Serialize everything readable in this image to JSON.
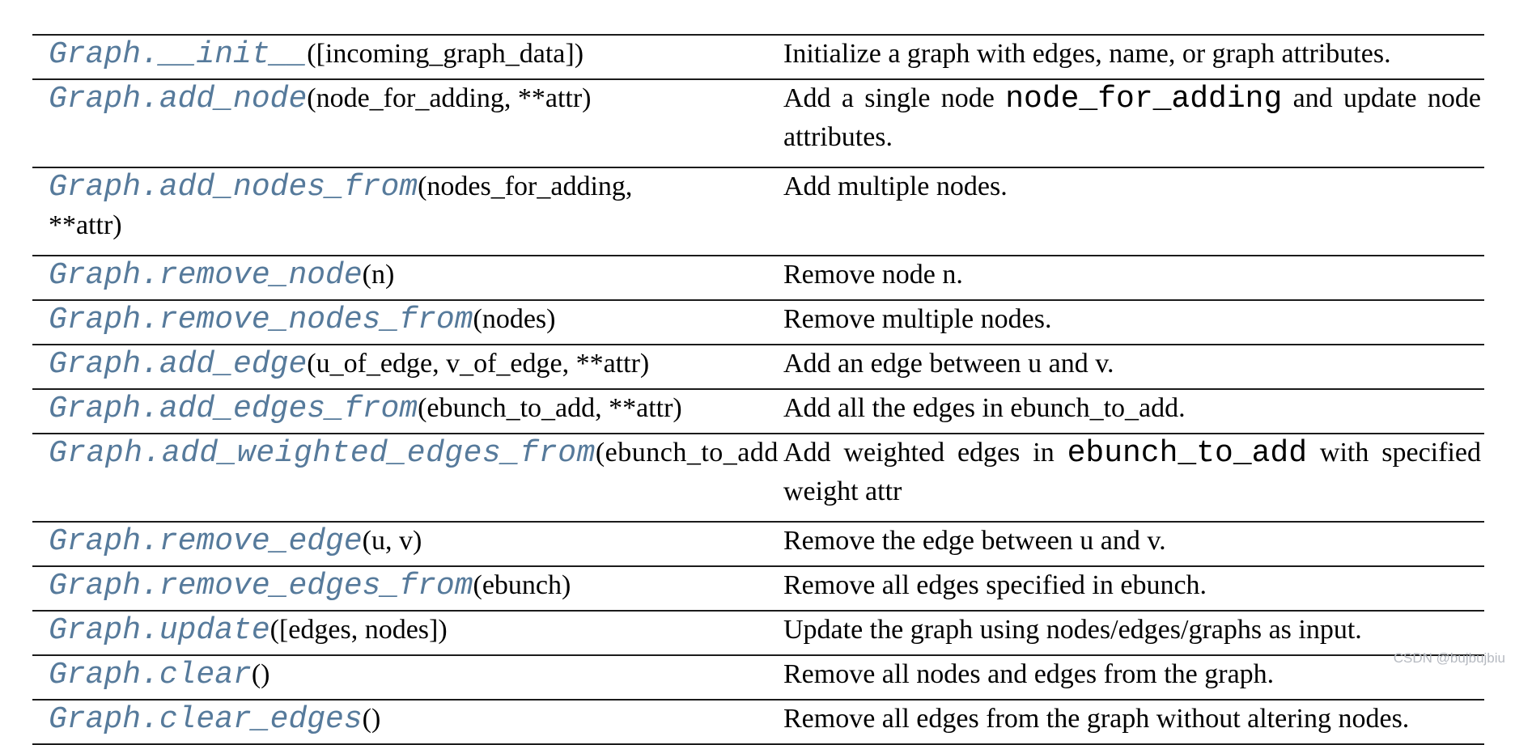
{
  "page": {
    "background": "#ffffff",
    "watermark": "CSDN @bujbujbiu"
  },
  "colors": {
    "accent": "#567a9b",
    "rule": "#1b1b1b",
    "watermark": "#b6bac1"
  },
  "table": {
    "rows": [
      {
        "sig_name": "Graph.__init__",
        "sig_args": "([incoming_graph_data])",
        "desc": [
          {
            "t": "text",
            "v": "Initialize a graph with edges, name, or graph attributes."
          }
        ]
      },
      {
        "sig_name": "Graph.add_node",
        "sig_args": "(node_for_adding, **attr)",
        "desc": [
          {
            "t": "text",
            "v": "Add a single node "
          },
          {
            "t": "code",
            "v": "node_for_adding"
          },
          {
            "t": "text",
            "v": " and update node attributes."
          }
        ]
      },
      {
        "sig_name": "Graph.add_nodes_from",
        "sig_args": "(nodes_for_adding,",
        "sig_args2": "**attr)",
        "desc": [
          {
            "t": "text",
            "v": "Add multiple nodes."
          }
        ]
      },
      {
        "sig_name": "Graph.remove_node",
        "sig_args": "(n)",
        "desc": [
          {
            "t": "text",
            "v": "Remove node n."
          }
        ]
      },
      {
        "sig_name": "Graph.remove_nodes_from",
        "sig_args": "(nodes)",
        "desc": [
          {
            "t": "text",
            "v": "Remove multiple nodes."
          }
        ]
      },
      {
        "sig_name": "Graph.add_edge",
        "sig_args": "(u_of_edge, v_of_edge, **attr)",
        "desc": [
          {
            "t": "text",
            "v": "Add an edge between u and v."
          }
        ]
      },
      {
        "sig_name": "Graph.add_edges_from",
        "sig_args": "(ebunch_to_add, **attr)",
        "desc": [
          {
            "t": "text",
            "v": "Add all the edges in ebunch_to_add."
          }
        ]
      },
      {
        "sig_name": "Graph.add_weighted_edges_from",
        "sig_args": "(ebunch_to_add",
        "overflow": true,
        "desc": [
          {
            "t": "text",
            "v": "Add weighted edges in "
          },
          {
            "t": "code",
            "v": "ebunch_to_add"
          },
          {
            "t": "text",
            "v": " with specified weight attr"
          }
        ]
      },
      {
        "sig_name": "Graph.remove_edge",
        "sig_args": "(u, v)",
        "desc": [
          {
            "t": "text",
            "v": "Remove the edge between u and v."
          }
        ]
      },
      {
        "sig_name": "Graph.remove_edges_from",
        "sig_args": "(ebunch)",
        "desc": [
          {
            "t": "text",
            "v": "Remove all edges specified in ebunch."
          }
        ]
      },
      {
        "sig_name": "Graph.update",
        "sig_args": "([edges, nodes])",
        "desc": [
          {
            "t": "text",
            "v": "Update the graph using nodes/edges/graphs as input."
          }
        ]
      },
      {
        "sig_name": "Graph.clear",
        "sig_args": "()",
        "desc": [
          {
            "t": "text",
            "v": "Remove all nodes and edges from the graph."
          }
        ]
      },
      {
        "sig_name": "Graph.clear_edges",
        "sig_args": "()",
        "desc": [
          {
            "t": "text",
            "v": "Remove all edges from the graph without altering nodes."
          }
        ]
      }
    ]
  }
}
